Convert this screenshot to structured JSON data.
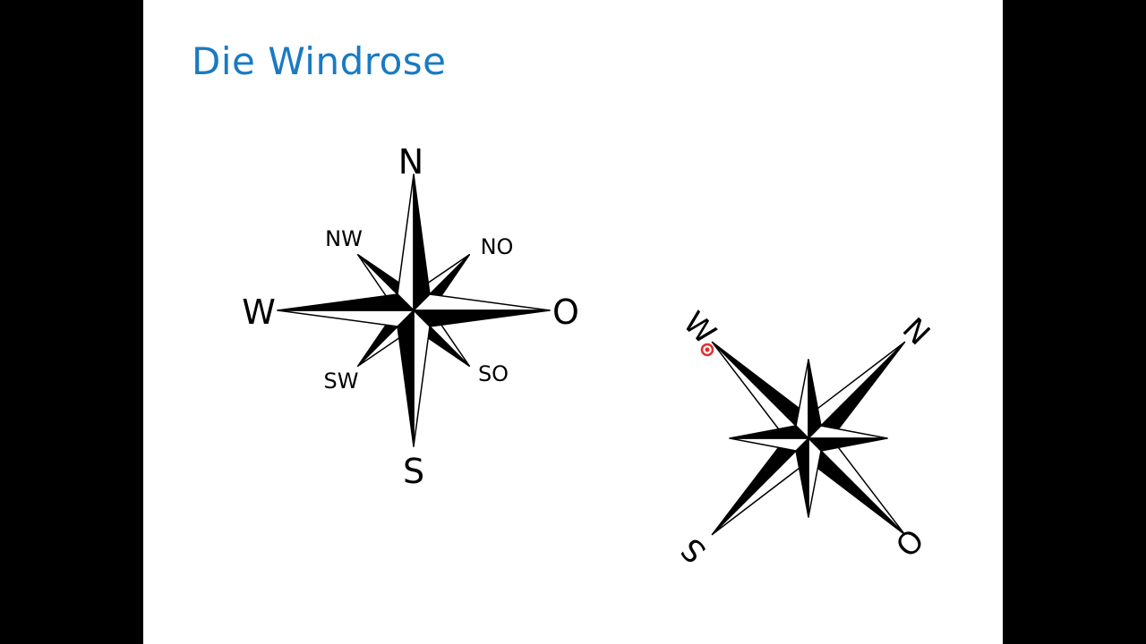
{
  "slide": {
    "title": "Die Windrose",
    "title_color": "#1a7ac2"
  },
  "compass_upright": {
    "cardinals": {
      "north": "N",
      "east": "O",
      "south": "S",
      "west": "W"
    },
    "intercardinals": {
      "northwest": "NW",
      "northeast": "NO",
      "southwest": "SW",
      "southeast": "SO"
    }
  },
  "compass_rotated": {
    "rotation_deg": -45,
    "cardinals": {
      "north": "N",
      "east": "O",
      "south": "S",
      "west": "W"
    }
  },
  "pointer": {
    "color": "#e03030",
    "icon": "laser-pointer-icon"
  }
}
